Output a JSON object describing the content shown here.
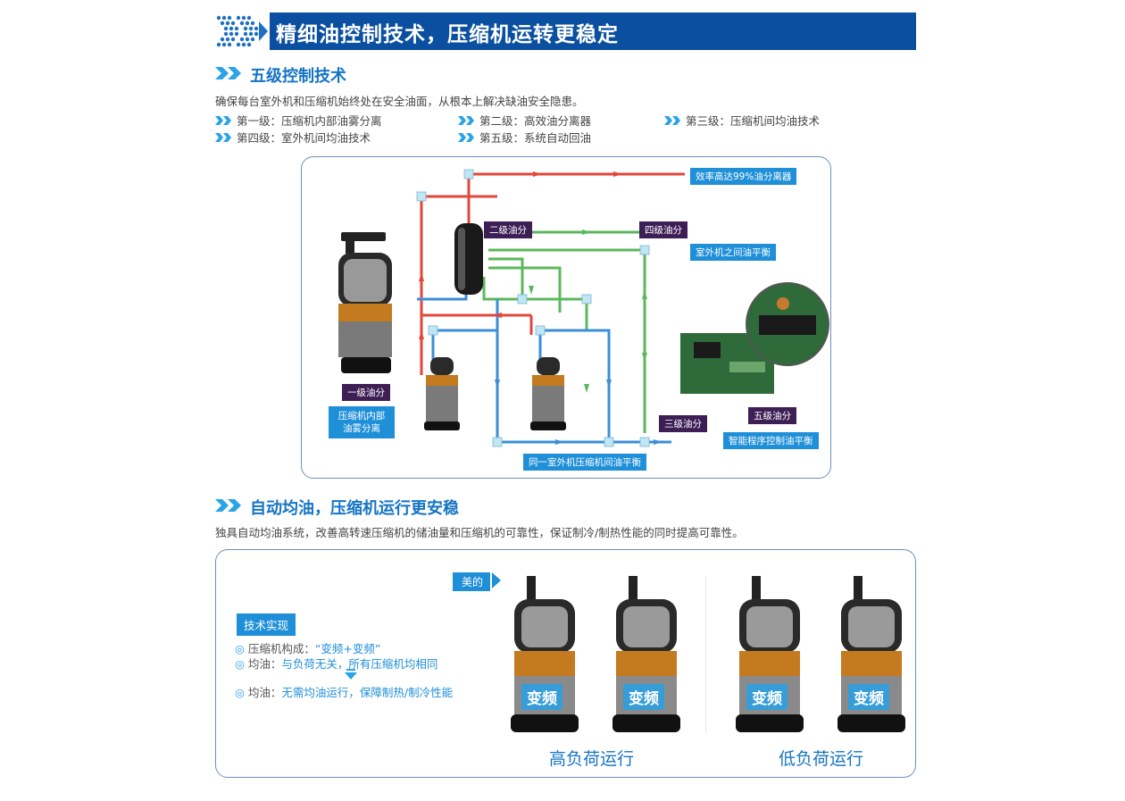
{
  "header": {
    "title": "精细油控制技术，压缩机运转更稳定"
  },
  "section1": {
    "title": "五级控制技术",
    "desc": "确保每台室外机和压缩机始终处在安全油面，从根本上解决缺油安全隐患。",
    "levels": [
      "第一级：压缩机内部油雾分离",
      "第二级：高效油分离器",
      "第三级：压缩机间均油技术",
      "第四级：室外机间均油技术",
      "第五级：系统自动回油"
    ]
  },
  "diagram": {
    "labels": {
      "separator_eff": "效率高达99%油分离器",
      "second_sep": "二级油分",
      "fourth_sep": "四级油分",
      "outdoor_balance": "室外机之间油平衡",
      "first_sep": "一级油分",
      "internal_mist_line1": "压缩机内部",
      "internal_mist_line2": "油雾分离",
      "third_sep": "三级油分",
      "fifth_sep": "五级油分",
      "smart_control": "智能程序控制油平衡",
      "same_unit_balance": "同一室外机压缩机间油平衡"
    },
    "colors": {
      "red": "#e2473a",
      "green": "#5bb85c",
      "blue": "#3b8fd6"
    }
  },
  "section2": {
    "title": "自动均油，压缩机运行更安稳",
    "desc": "独具自动均油系统，改善高转速压缩机的储油量和压缩机的可靠性，保证制冷/制热性能的同时提高可靠性。",
    "tech_tag": "技术实现",
    "lines": [
      {
        "label": "压缩机构成：",
        "value": "“变频+变频”"
      },
      {
        "label": "均油：",
        "value": "与负荷无关，所有压缩机均相同"
      },
      {
        "label": "均油：",
        "value": "无需均油运行，保障制热/制冷性能"
      }
    ],
    "brand": "美的",
    "compressor_label": "变频",
    "caption_high": "高负荷运行",
    "caption_low": "低负荷运行"
  }
}
